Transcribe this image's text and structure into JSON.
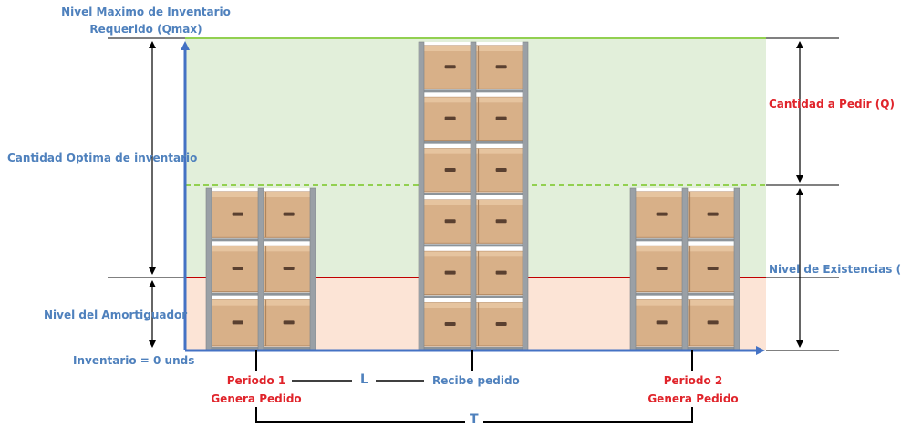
{
  "labels": {
    "qmax_line1": "Nivel Maximo de Inventario",
    "qmax_line2": "Requerido (Qmax)",
    "optimal": "Cantidad Optima de inventario",
    "buffer": "Nivel del Amortiguador",
    "zero": "Inventario = 0 unds",
    "order_qty": "Cantidad a Pedir (Q)",
    "stock_level": "Nivel de Existencias (I)",
    "p1_line1": "Periodo 1",
    "p1_line2": "Genera Pedido",
    "lead": "L",
    "receive": "Recibe pedido",
    "p2_line1": "Periodo 2",
    "p2_line2": "Genera Pedido",
    "cycle": "T"
  },
  "colors": {
    "axis": "#4472c4",
    "qmax_line": "#92d050",
    "stock_line": "#c00000",
    "green_zone": "#e2efda",
    "buffer_zone": "#fce4d6",
    "label_blue": "#4f81bd",
    "label_red": "#e0242b",
    "box": "#d8b088",
    "rack": "#9aa0a6"
  },
  "shelves": [
    {
      "name": "shelf-period-1",
      "boxes": 3
    },
    {
      "name": "shelf-receive",
      "boxes": 6
    },
    {
      "name": "shelf-period-2",
      "boxes": 3
    }
  ]
}
